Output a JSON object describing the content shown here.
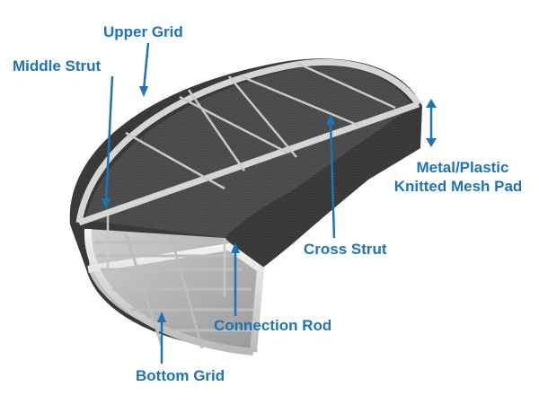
{
  "labels": {
    "upper_grid": "Upper Grid",
    "middle_strut": "Middle Strut",
    "mesh_pad_line1": "Metal/Plastic",
    "mesh_pad_line2": "Knitted Mesh Pad",
    "cross_strut": "Cross Strut",
    "connection_rod": "Connection Rod",
    "bottom_grid": "Bottom Grid"
  },
  "colors": {
    "label_text": "#1e73b5",
    "leader_line": "#1e73b5",
    "mesh_dark": "#4a4a4a",
    "frame_light": "#d8d8d8"
  }
}
